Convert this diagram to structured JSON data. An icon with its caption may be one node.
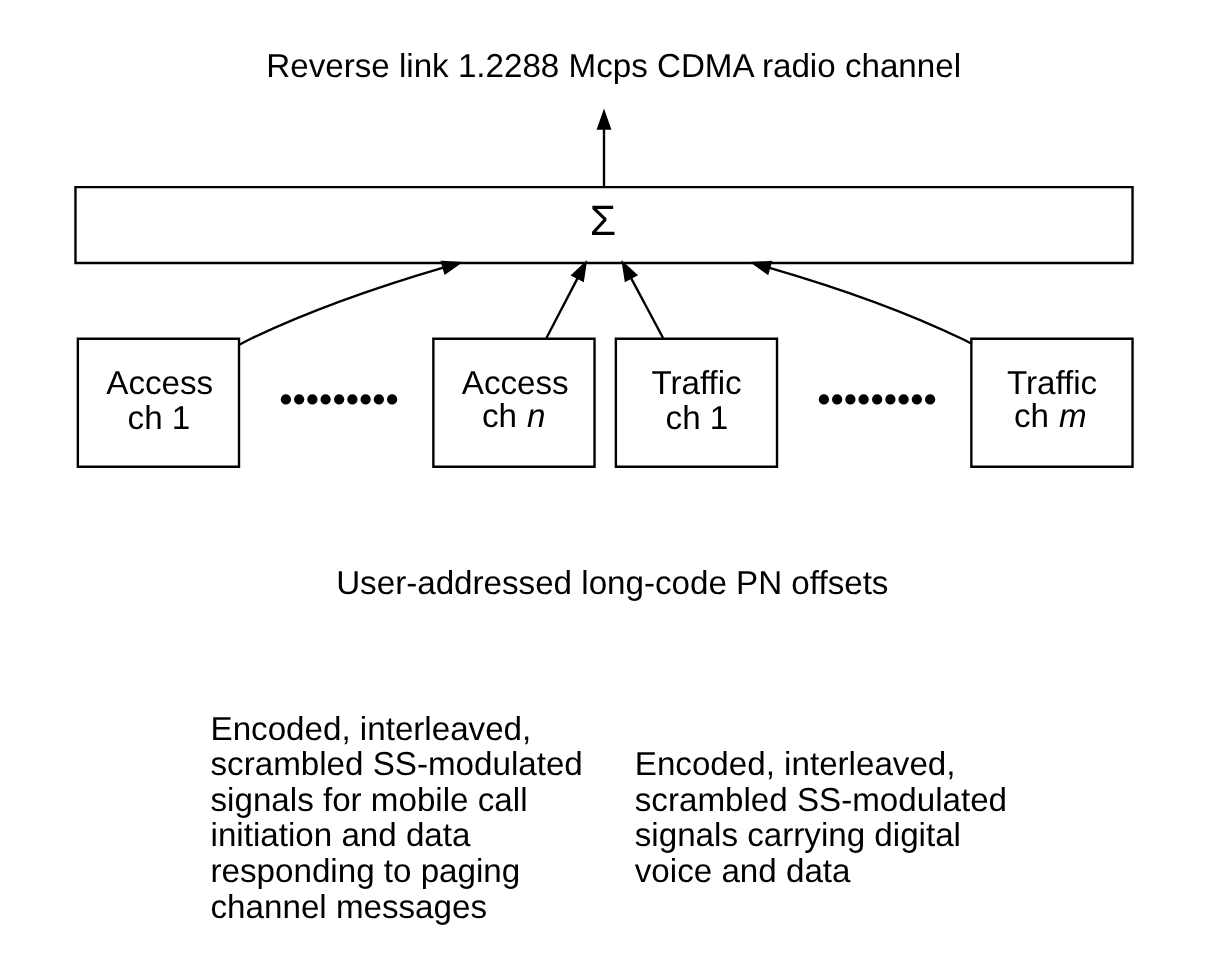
{
  "diagram": {
    "nodes": [
      {
        "text": [
          "Σ"
        ]
      },
      {
        "text": [
          "Access ch 1"
        ]
      },
      {
        "text": [
          "Access ch *n*"
        ]
      },
      {
        "text": [
          "Traffic ch 1"
        ]
      },
      {
        "text": [
          "Traffic ch *m*"
        ]
      },
      {
        "text": [
          "Reverse link 1.2288 Mcps CDMA radio channel"
        ]
      }
    ],
    "edges": [
      {
        "from": 1,
        "to": 0,
        "arrow": "to"
      },
      {
        "from": 2,
        "to": 0,
        "arrow": "to"
      },
      {
        "from": 3,
        "to": 0,
        "arrow": "to"
      },
      {
        "from": 4,
        "to": 0,
        "arrow": "to"
      },
      {
        "from": 0,
        "to": 5,
        "arrow": "to"
      }
    ],
    "labels": [
      "•••••••••",
      "•••••••••",
      "User-addressed long-code PN offsets",
      "Encoded, interleaved, scrambled SS-modulated signals for mobile call initiation and data responding to paging channel messages",
      "Encoded, interleaved, scrambled SS-modulated signals carrying digital voice and data"
    ]
  }
}
